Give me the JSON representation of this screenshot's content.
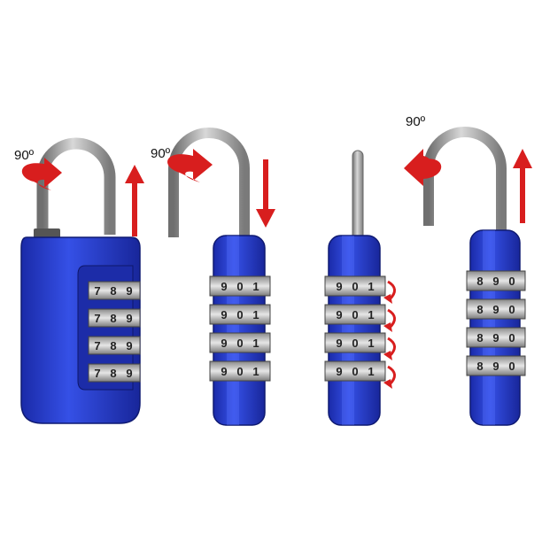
{
  "locks": [
    {
      "angle_label": "90º",
      "wheels": [
        [
          "7",
          "8",
          "9"
        ],
        [
          "7",
          "8",
          "9"
        ],
        [
          "7",
          "8",
          "9"
        ],
        [
          "7",
          "8",
          "9"
        ]
      ]
    },
    {
      "angle_label": "90º",
      "wheels": [
        [
          "9",
          "0",
          "1"
        ],
        [
          "9",
          "0",
          "1"
        ],
        [
          "9",
          "0",
          "1"
        ],
        [
          "9",
          "0",
          "1"
        ]
      ]
    },
    {
      "angle_label": "",
      "wheels": [
        [
          "9",
          "0",
          "1"
        ],
        [
          "9",
          "0",
          "1"
        ],
        [
          "9",
          "0",
          "1"
        ],
        [
          "9",
          "0",
          "1"
        ]
      ]
    },
    {
      "angle_label": "90º",
      "wheels": [
        [
          "8",
          "9",
          "0"
        ],
        [
          "8",
          "9",
          "0"
        ],
        [
          "8",
          "9",
          "0"
        ],
        [
          "8",
          "9",
          "0"
        ]
      ]
    }
  ],
  "colors": {
    "body": "#2a3fd6",
    "body_dark": "#1b2a9e",
    "shackle": "#9a9a9a",
    "arrow": "#d81e1e",
    "wheel": "#b8b8b8"
  }
}
